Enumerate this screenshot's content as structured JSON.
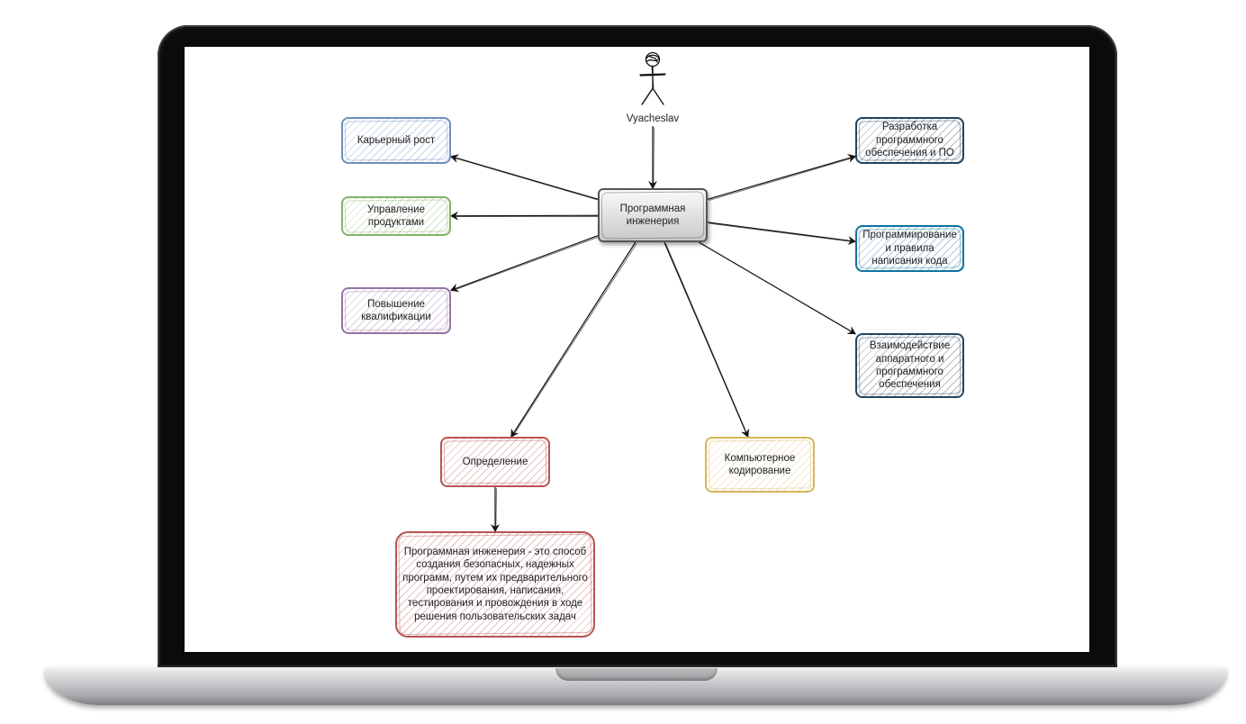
{
  "actor": {
    "label": "Vyacheslav",
    "icon": "stick-figure-icon"
  },
  "center": {
    "label": "Программная\nинженерия"
  },
  "left_nodes": [
    {
      "id": "career",
      "label": "Карьерный рост",
      "color": "#6c8ebf"
    },
    {
      "id": "product",
      "label": "Управление\nпродуктами",
      "color": "#82b366"
    },
    {
      "id": "skills",
      "label": "Повышение\nквалификации",
      "color": "#9673a6"
    }
  ],
  "right_nodes": [
    {
      "id": "dev",
      "label": "Разработка\nпрограммного\nобеспечения и ПО",
      "color": "#23445d"
    },
    {
      "id": "coding",
      "label": "Программирование\nи правила\nнаписания кода",
      "color": "#10739e"
    },
    {
      "id": "hw",
      "label": "Взаимодействие\nаппаратного и\nпрограммного\nобеспечения",
      "color": "#23445d"
    }
  ],
  "bottom_nodes": [
    {
      "id": "definition",
      "label": "Определение",
      "color": "#b85450"
    },
    {
      "id": "compcode",
      "label": "Компьютерное\nкодирование",
      "color": "#d6b656"
    }
  ],
  "definition_text": {
    "label": "Программная инженерия - это способ\nсоздания безопасных, надежных\nпрограмм, путем их предварительного\nпроектирования, написания,\nтестирования и провождения в ходе\nрешения пользовательских задач",
    "color": "#b85450"
  },
  "edges": [
    {
      "from": "actor",
      "to": "center"
    },
    {
      "from": "center",
      "to": "career"
    },
    {
      "from": "center",
      "to": "product"
    },
    {
      "from": "center",
      "to": "skills"
    },
    {
      "from": "center",
      "to": "dev"
    },
    {
      "from": "center",
      "to": "coding"
    },
    {
      "from": "center",
      "to": "hw"
    },
    {
      "from": "center",
      "to": "definition"
    },
    {
      "from": "center",
      "to": "compcode"
    },
    {
      "from": "definition",
      "to": "deftext"
    }
  ]
}
